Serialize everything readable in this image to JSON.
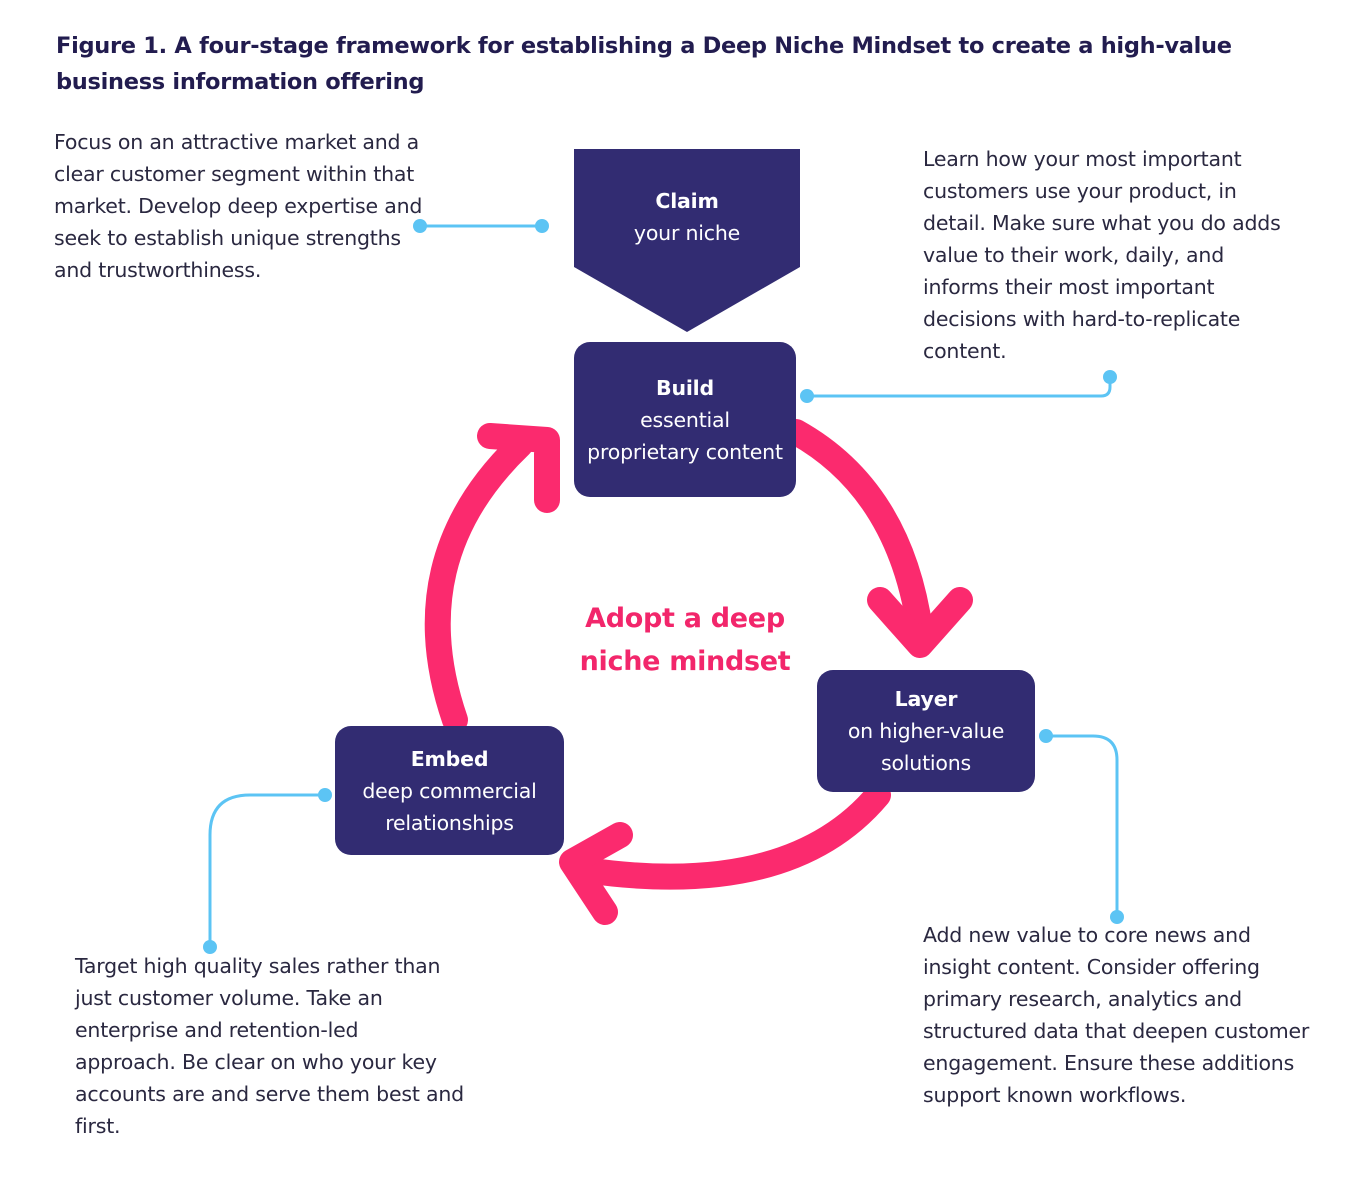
{
  "title": "Figure 1. A four-stage framework for establishing a Deep Niche Mindset to create a high-value business information offering",
  "center_label": "Adopt a deep niche mindset",
  "stages": {
    "claim": {
      "title": "Claim",
      "subtitle": "your niche"
    },
    "build": {
      "title": "Build",
      "subtitle": "essential proprietary content"
    },
    "layer": {
      "title": "Layer",
      "subtitle": "on higher-value solutions"
    },
    "embed": {
      "title": "Embed",
      "subtitle": "deep commercial relationships"
    }
  },
  "notes": {
    "claim": "Focus on an attractive market and a clear customer segment within that market. Develop deep expertise and seek to establish unique strengths and trustworthiness.",
    "build": "Learn how your most important customers use your product, in detail. Make sure what you do adds value to their work, daily, and informs their most important decisions with hard-to-replicate content.",
    "layer": "Add new value to core news and insight content. Consider offering primary research, analytics and structured data that deepen customer engagement. Ensure these additions support known workflows.",
    "embed": "Target high quality sales rather than just customer volume. Take an enterprise and retention-led approach. Be clear on who your key accounts are and serve them best and first."
  },
  "colors": {
    "stage_fill": "#322c72",
    "cycle_arrow": "#fb2a6e",
    "connector": "#5cc4f4",
    "center_text": "#f2266b"
  }
}
